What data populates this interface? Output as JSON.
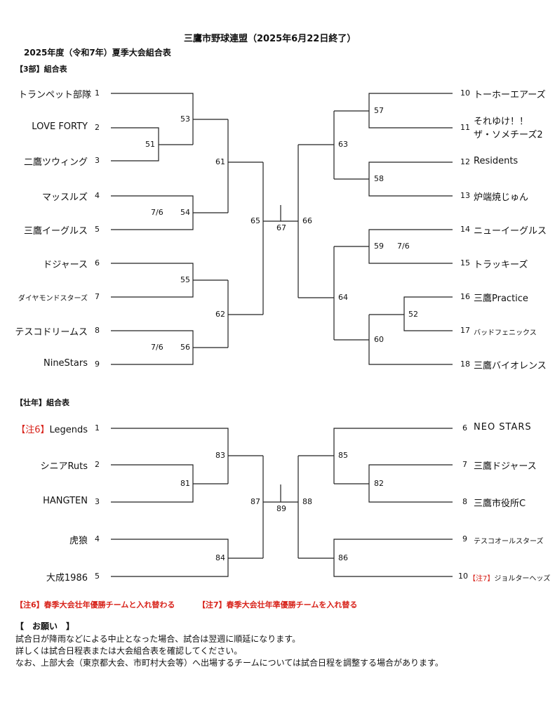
{
  "header": {
    "title": "三鷹市野球連盟（2025年6月22日終了）",
    "subtitle": "2025年度（令和7年）夏季大会組合表"
  },
  "div3": {
    "label": "【3部】組合表",
    "left_teams": [
      {
        "name": "トランペット部隊",
        "num": "1"
      },
      {
        "name": "LOVE FORTY",
        "num": "2"
      },
      {
        "name": "二鷹ツウィング",
        "num": "3"
      },
      {
        "name": "マッスルズ",
        "num": "4"
      },
      {
        "name": "三鷹イーグルス",
        "num": "5"
      },
      {
        "name": "ドジャース",
        "num": "6"
      },
      {
        "name": "ダイヤモンドスターズ",
        "num": "7"
      },
      {
        "name": "テスコドリームス",
        "num": "8"
      },
      {
        "name": "NineStars",
        "num": "9"
      }
    ],
    "right_teams": [
      {
        "num": "10",
        "name": "トーホーエアーズ"
      },
      {
        "num": "11",
        "name": "それゆけ！！",
        "name2": "ザ・ソメチーズ2"
      },
      {
        "num": "12",
        "name": "Residents"
      },
      {
        "num": "13",
        "name": "炉端焼じゅん"
      },
      {
        "num": "14",
        "name": "ニューイーグルス"
      },
      {
        "num": "15",
        "name": "トラッキーズ"
      },
      {
        "num": "16",
        "name": "三鷹Practice"
      },
      {
        "num": "17",
        "name": "バッドフェニックス"
      },
      {
        "num": "18",
        "name": "三鷹バイオレンス"
      }
    ],
    "matches": {
      "m51": "51",
      "m53": "53",
      "m54": "54",
      "m55": "55",
      "m56": "56",
      "m61": "61",
      "m62": "62",
      "m65": "65",
      "m67": "67",
      "m66": "66",
      "m63": "63",
      "m64": "64",
      "m57": "57",
      "m58": "58",
      "m59": "59",
      "m52": "52",
      "m60": "60"
    },
    "dates": {
      "d54": "7/6",
      "d56": "7/6",
      "d59": "7/6"
    }
  },
  "senior": {
    "label": "【壮年】組合表",
    "left_teams": [
      {
        "note": "【注6】",
        "name": "Legends",
        "num": "1"
      },
      {
        "name": "シニアRuts",
        "num": "2"
      },
      {
        "name": "HANGTEN",
        "num": "3"
      },
      {
        "name": "虎狼",
        "num": "4"
      },
      {
        "name": "大成1986",
        "num": "5"
      }
    ],
    "right_teams": [
      {
        "num": "6",
        "name": "NEO STARS"
      },
      {
        "num": "7",
        "name": "三鷹ドジャース"
      },
      {
        "num": "8",
        "name": "三鷹市役所C"
      },
      {
        "num": "9",
        "name": "テスコオールスターズ"
      },
      {
        "num": "10",
        "note": "【注7】",
        "name": "ジョルターヘッズ"
      }
    ],
    "matches": {
      "m81": "81",
      "m83": "83",
      "m84": "84",
      "m87": "87",
      "m89": "89",
      "m88": "88",
      "m85": "85",
      "m82": "82",
      "m86": "86"
    }
  },
  "notes": {
    "n6": "【注6】春季大会壮年優勝チームと入れ替わる",
    "n7": "【注7】春季大会壮年準優勝チームを入れ替る"
  },
  "request": {
    "heading": "【　お願い　】",
    "line1": "試合日が降雨などによる中止となった場合、試合は翌週に順延になります。",
    "line2": "詳しくは試合日程表または大会組合表を確認してください。",
    "line3": "なお、上部大会（東京都大会、市町村大会等）へ出場するチームについては試合日程を調整する場合があります。"
  }
}
